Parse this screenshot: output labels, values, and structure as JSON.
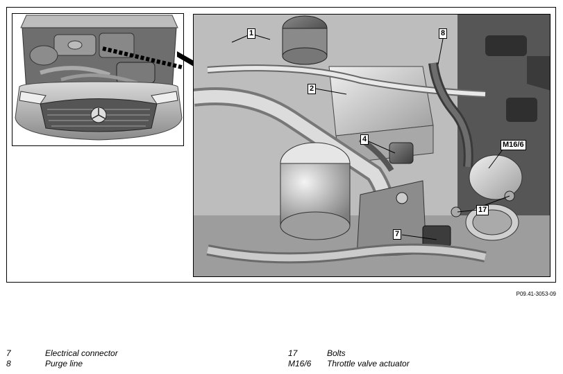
{
  "figure": {
    "callouts": {
      "c1": "1",
      "c2": "2",
      "c4": "4",
      "c7": "7",
      "c8": "8",
      "c17": "17",
      "cM16": "M16/6"
    },
    "figure_id": "P09.41-3053-09"
  },
  "legend": [
    {
      "number": "7",
      "description": "Electrical connector"
    },
    {
      "number": "8",
      "description": "Purge line"
    },
    {
      "number": "17",
      "description": "Bolts"
    },
    {
      "number": "M16/6",
      "description": "Throttle valve actuator"
    }
  ]
}
